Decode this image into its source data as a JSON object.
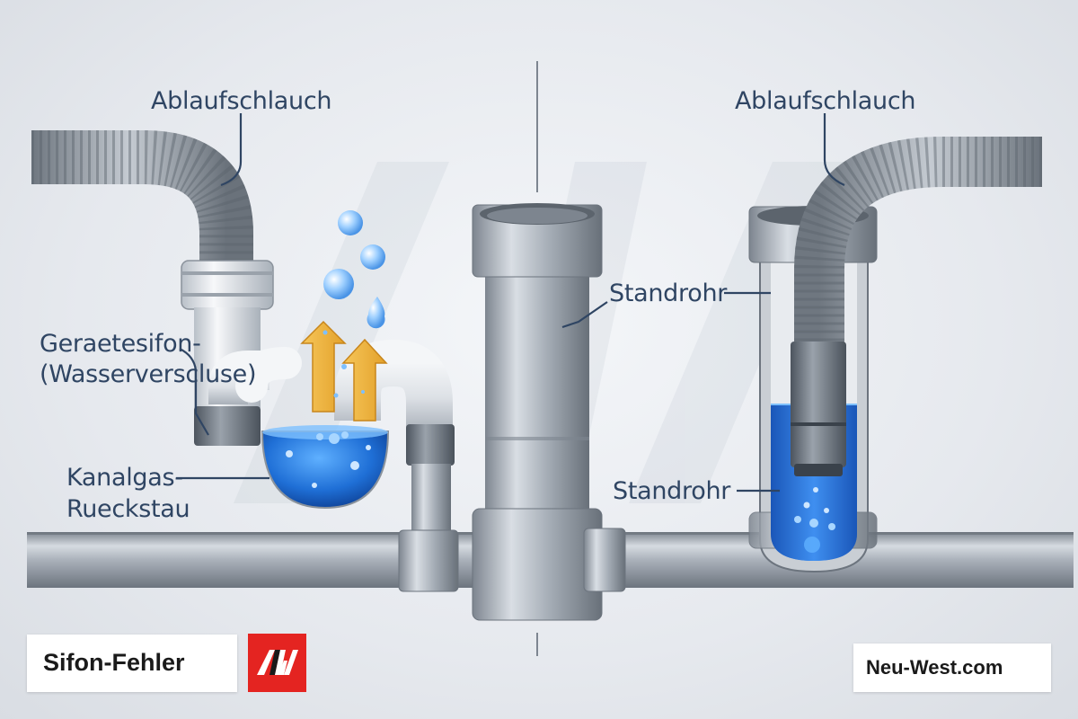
{
  "labels": {
    "left_hose": "Ablaufschlauch",
    "right_hose": "Ablaufschlauch",
    "siphon_line1": "Geraetesifon-",
    "siphon_line2": "(Wasserverscluse)",
    "gas_line1": "Kanalgas-",
    "gas_line2": "Rueckstau",
    "standpipe_top": "Standrohr",
    "standpipe_bottom": "Standrohr"
  },
  "branding": {
    "title": "Sifon-Fehler",
    "logo_alt": "NW",
    "site": "Neu-West.com"
  },
  "colors": {
    "label_text": "#2f4563",
    "water_blue": "#1f6fd6",
    "arrow_orange": "#f2b33a",
    "logo_red": "#e42421",
    "pipe_gray": "#9aa2ac"
  }
}
